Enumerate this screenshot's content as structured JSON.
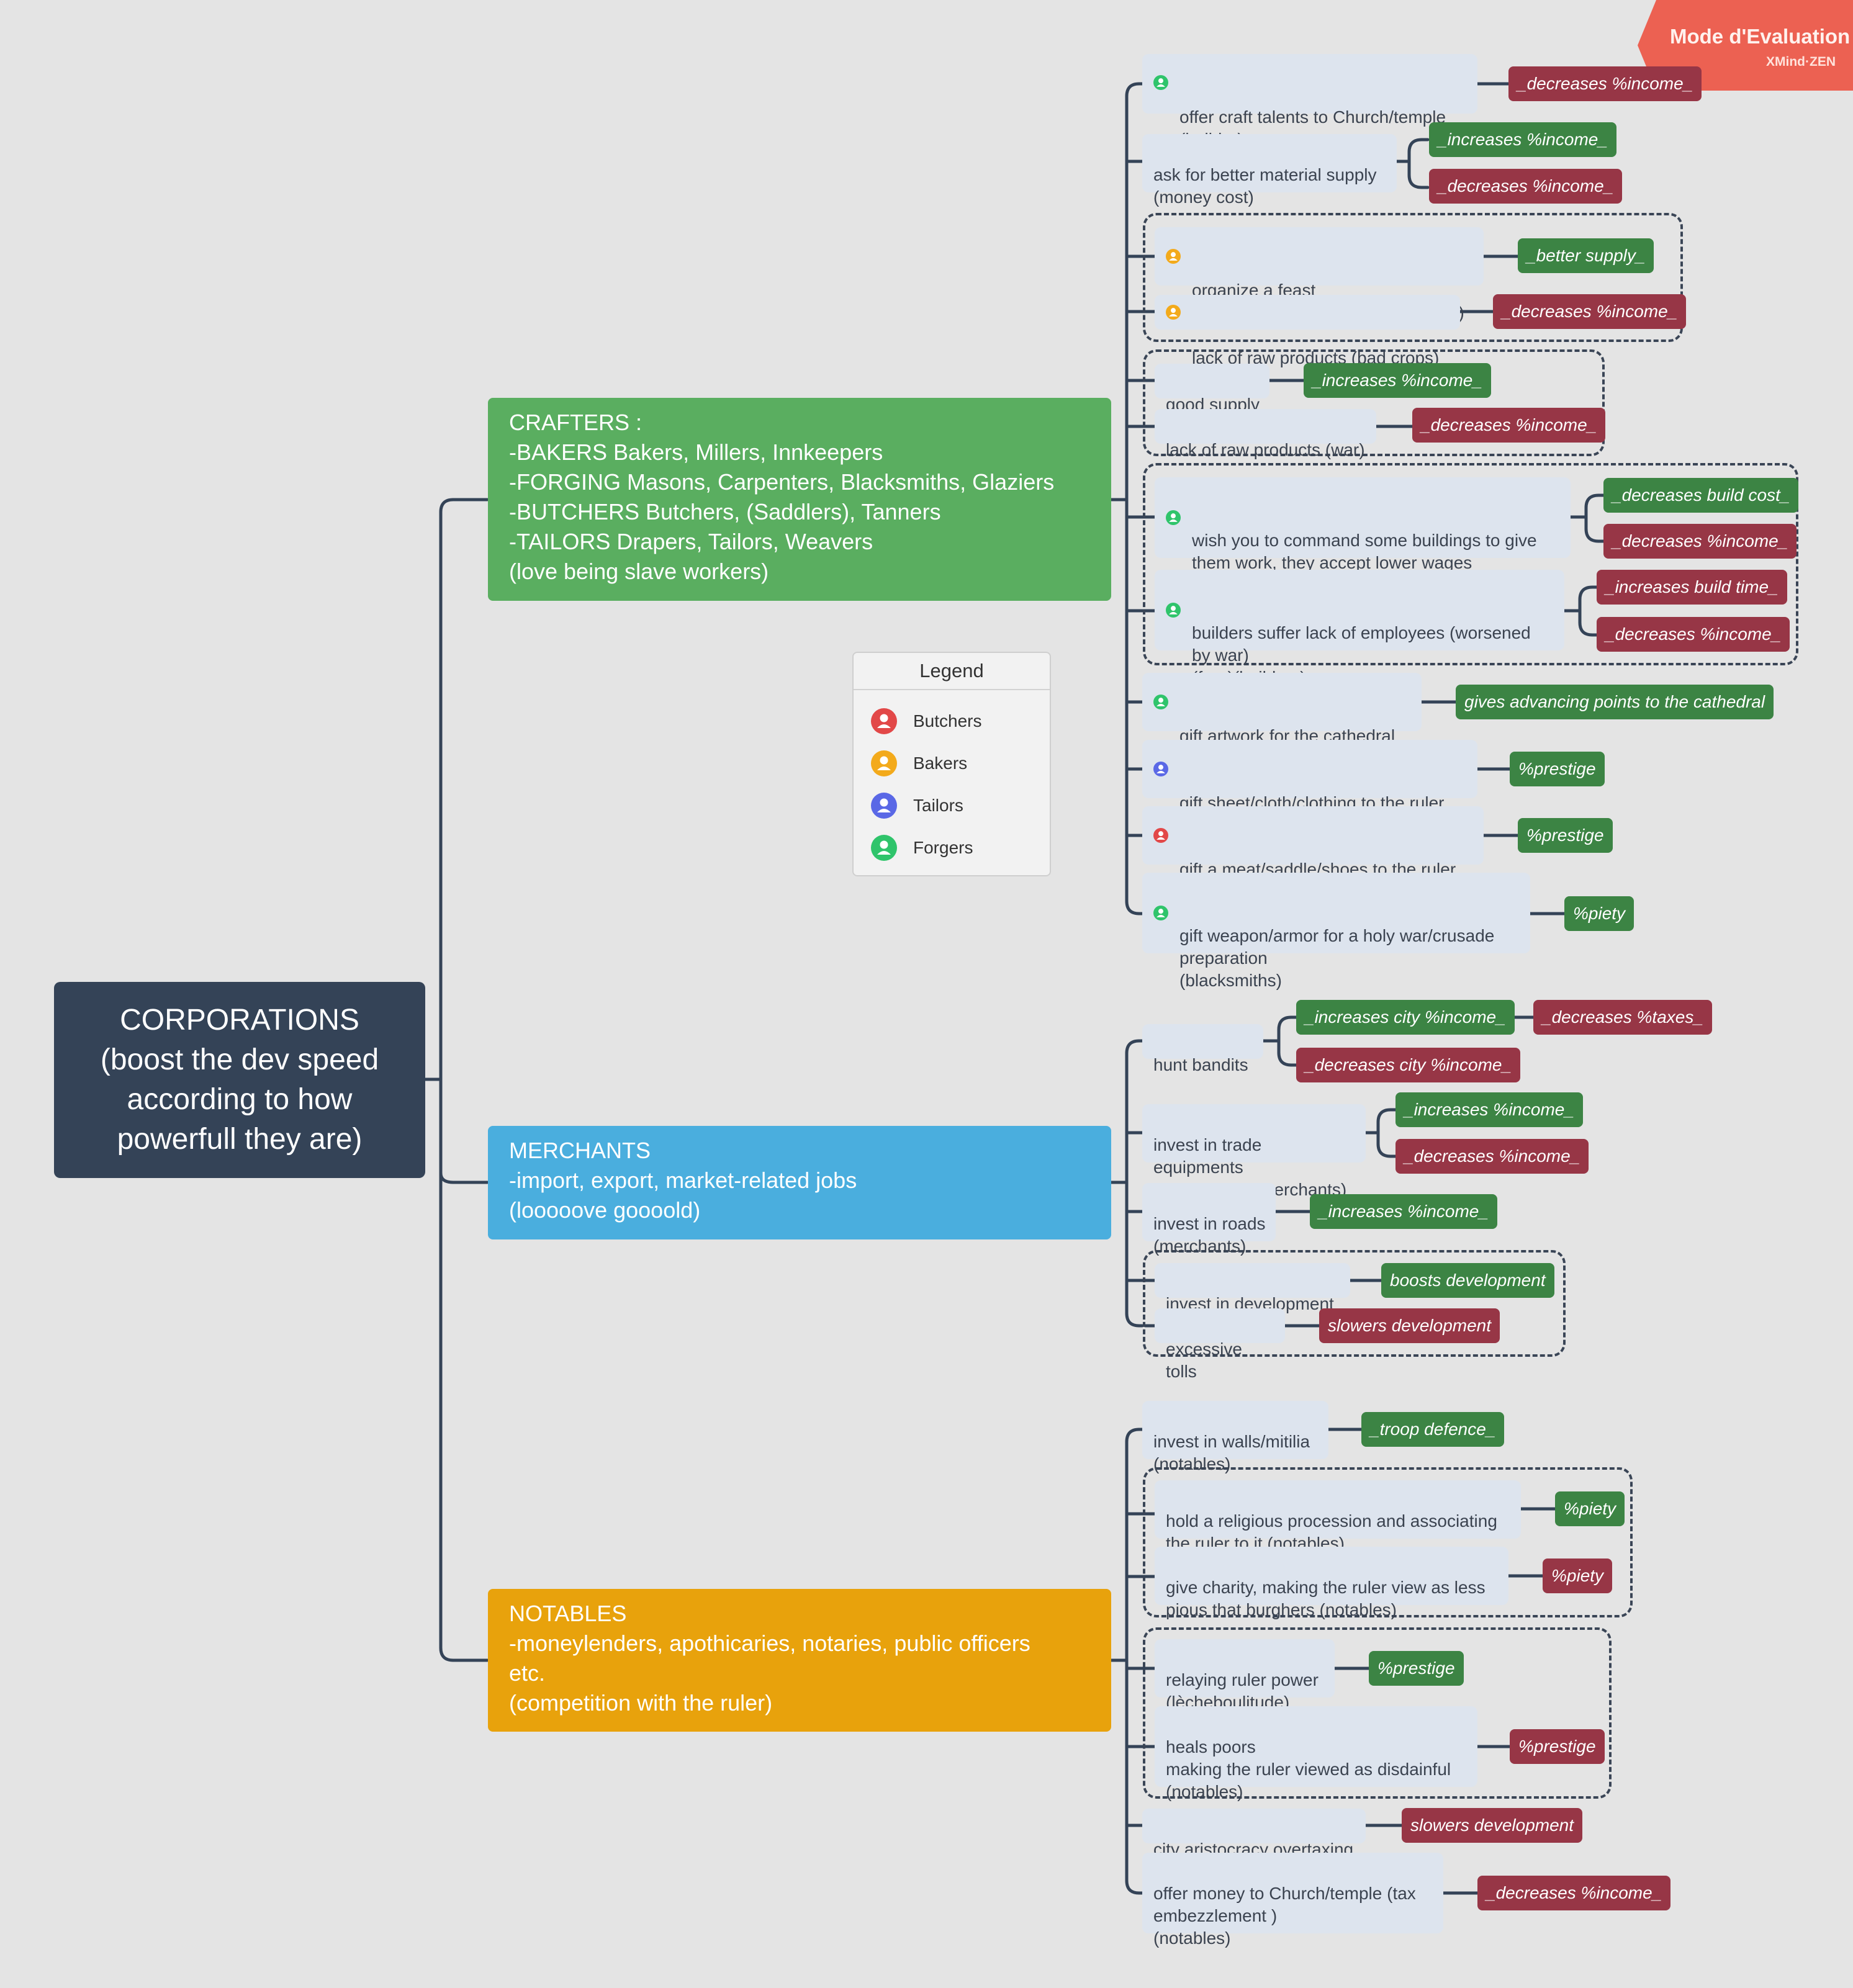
{
  "watermark": {
    "title": "Mode d'Evaluation",
    "subtitle": "XMind·ZEN"
  },
  "colors": {
    "background": "#e4e4e4",
    "root": "#344357",
    "crafters": "#5aae60",
    "merchants": "#4aaede",
    "notables": "#e8a20c",
    "leaf": "#dde4ee",
    "tag_green": "#3c8444",
    "tag_red": "#973646",
    "butchers": "#e24848",
    "bakers": "#f3aa1b",
    "tailors": "#5a68e6",
    "forgers": "#2fc46b"
  },
  "root": {
    "label": "CORPORATIONS\n(boost the dev speed\naccording to how\npowerfull they are)"
  },
  "legend": {
    "title": "Legend",
    "items": [
      {
        "label": "Butchers",
        "icon": "person-icon-red"
      },
      {
        "label": "Bakers",
        "icon": "person-icon-orange"
      },
      {
        "label": "Tailors",
        "icon": "person-icon-blue"
      },
      {
        "label": "Forgers",
        "icon": "person-icon-green"
      }
    ]
  },
  "branches": [
    {
      "label": "CRAFTERS :\n -BAKERS Bakers, Millers, Innkeepers\n -FORGING Masons, Carpenters, Blacksmiths, Glaziers\n -BUTCHERS Butchers, (Saddlers), Tanners\n -TAILORS Drapers, Tailors, Weavers\n(love being slave workers)",
      "color": "crafters",
      "items": [
        {
          "label": "offer craft talents to Church/temple\n(builder)",
          "icon": "forgers",
          "tags": [
            {
              "label": "_decreases %income_",
              "color": "red"
            }
          ]
        },
        {
          "label": "ask for better material supply\n(money cost)",
          "tags": [
            {
              "label": "_increases %income_",
              "color": "green"
            },
            {
              "label": "_decreases %income_",
              "color": "red"
            }
          ]
        },
        {
          "label": "organize a feast\n(free)(linked to good crops)(bakers)",
          "icon": "bakers",
          "tags": [
            {
              "label": "_better supply_",
              "color": "green"
            }
          ]
        },
        {
          "label": "lack of raw products (bad crops)",
          "icon": "bakers",
          "tags": [
            {
              "label": "_decreases %income_",
              "color": "red"
            }
          ]
        },
        {
          "label": "good supply",
          "tags": [
            {
              "label": "_increases %income_",
              "color": "green"
            }
          ]
        },
        {
          "label": "lack of raw products (war)",
          "tags": [
            {
              "label": "_decreases %income_",
              "color": "red"
            }
          ]
        },
        {
          "label": "wish you to command some buildings to give\nthem work, they accept lower wages\n(free)(builders)",
          "icon": "forgers",
          "tags": [
            {
              "label": "_decreases build cost_",
              "color": "green"
            },
            {
              "label": "_decreases %income_",
              "color": "red"
            }
          ]
        },
        {
          "label": "builders suffer lack of employees (worsened\nby war)\n(free)(builders)",
          "icon": "forgers",
          "tags": [
            {
              "label": "_increases build time_",
              "color": "red"
            },
            {
              "label": "_decreases %income_",
              "color": "red"
            }
          ]
        },
        {
          "label": "gift artwork for the cathedral\n(builders)",
          "icon": "forgers",
          "tags": [
            {
              "label": "gives advancing points to the cathedral",
              "color": "green"
            }
          ]
        },
        {
          "label": "gift sheet/cloth/clothing to the ruler\n(tailors)",
          "icon": "tailors",
          "tags": [
            {
              "label": "%prestige",
              "color": "green"
            }
          ]
        },
        {
          "label": "gift a meat/saddle/shoes to the ruler\n(butchers)",
          "icon": "butchers",
          "tags": [
            {
              "label": "%prestige",
              "color": "green"
            }
          ]
        },
        {
          "label": "gift weapon/armor for a holy war/crusade\npreparation\n(blacksmiths)",
          "icon": "forgers",
          "tags": [
            {
              "label": "%piety",
              "color": "green"
            }
          ]
        }
      ]
    },
    {
      "label": "MERCHANTS\n-import, export, market-related jobs\n(looooove goooold)",
      "color": "merchants",
      "items": [
        {
          "label": "hunt bandits",
          "tags": [
            {
              "label": "_increases city %income_",
              "color": "green"
            },
            {
              "label": "_decreases %taxes_",
              "color": "red"
            },
            {
              "label": "_decreases city %income_",
              "color": "red"
            }
          ]
        },
        {
          "label": "invest in trade equipments\n(money cost)(merchants)",
          "tags": [
            {
              "label": "_increases %income_",
              "color": "green"
            },
            {
              "label": "_decreases %income_",
              "color": "red"
            }
          ]
        },
        {
          "label": "invest in roads\n(merchants)",
          "tags": [
            {
              "label": "_increases %income_",
              "color": "green"
            }
          ]
        },
        {
          "label": "invest in development",
          "tags": [
            {
              "label": "boosts development",
              "color": "green"
            }
          ]
        },
        {
          "label": "excessive tolls",
          "tags": [
            {
              "label": "slowers development",
              "color": "red"
            }
          ]
        }
      ]
    },
    {
      "label": "NOTABLES\n-moneylenders, apothicaries, notaries, public officers\netc.\n(competition with the ruler)",
      "color": "notables",
      "items": [
        {
          "label": "invest in walls/mitilia\n(notables)",
          "tags": [
            {
              "label": "_troop defence_",
              "color": "green"
            }
          ]
        },
        {
          "label": "hold a religious procession and associating\nthe ruler to it (notables)",
          "tags": [
            {
              "label": "%piety",
              "color": "green"
            }
          ]
        },
        {
          "label": "give charity, making the ruler view as less\npious that burghers (notables)",
          "tags": [
            {
              "label": "%piety",
              "color": "red"
            }
          ]
        },
        {
          "label": "relaying ruler power\n(lècheboulitude)",
          "tags": [
            {
              "label": "%prestige",
              "color": "green"
            }
          ]
        },
        {
          "label": "heals poors\nmaking the ruler viewed as disdainful\n(notables)",
          "tags": [
            {
              "label": "%prestige",
              "color": "red"
            }
          ]
        },
        {
          "label": "city aristocracy overtaxing",
          "tags": [
            {
              "label": "slowers development",
              "color": "red"
            }
          ]
        },
        {
          "label": "offer money to Church/temple (tax\nembezzlement )\n(notables)",
          "tags": [
            {
              "label": "_decreases %income_",
              "color": "red"
            }
          ]
        }
      ]
    }
  ]
}
